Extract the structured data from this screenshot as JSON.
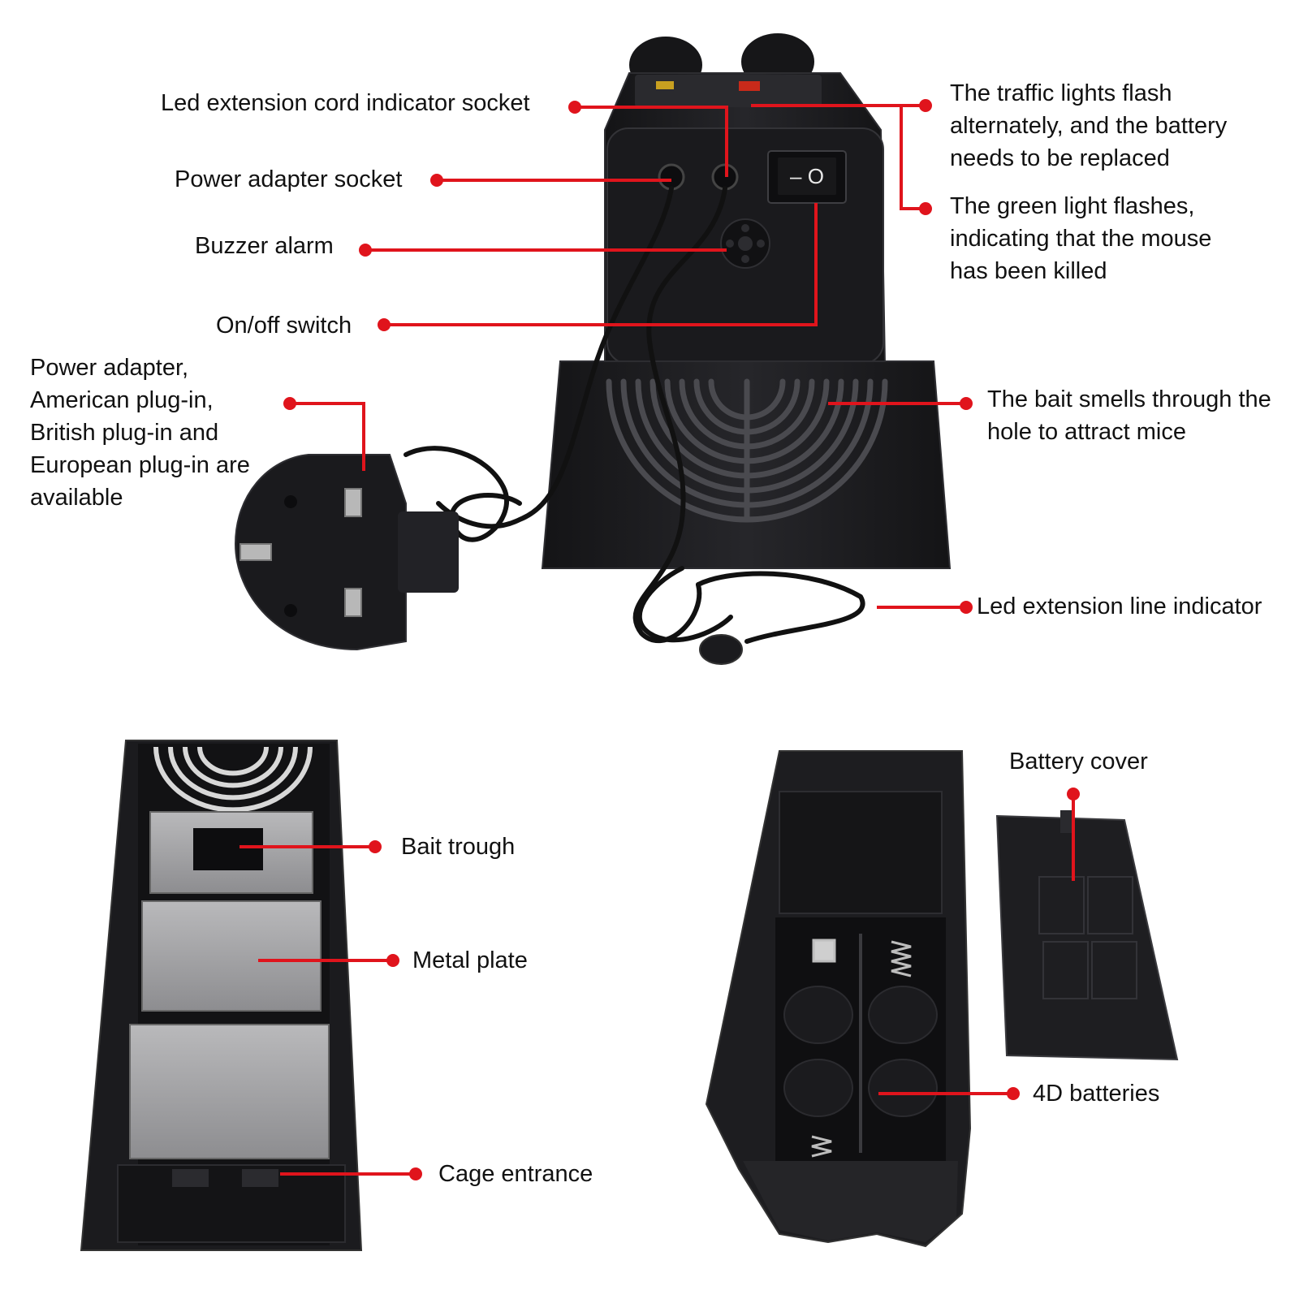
{
  "colors": {
    "callout": "#e0141c",
    "device": "#1c1c1f",
    "device_edge": "#3a3a3e",
    "metal": "#9a9a9c"
  },
  "labels": {
    "led_socket": "Led extension cord indicator socket",
    "power_socket": "Power adapter socket",
    "buzzer": "Buzzer alarm",
    "switch": "On/off switch",
    "adapter": "Power adapter,\nAmerican plug-in,\nBritish plug-in and\nEuropean plug-in are\navailable",
    "traffic": "The traffic lights flash\nalternately, and the battery\nneeds to be replaced",
    "green": "The green light flashes,\nindicating that the mouse\nhas been killed",
    "bait_smell": "The bait smells through the\nhole to attract mice",
    "led_line": "Led extension line indicator",
    "bait_trough": "Bait trough",
    "metal_plate": "Metal plate",
    "cage_entrance": "Cage entrance",
    "battery_cover": "Battery cover",
    "batteries": "4D batteries"
  },
  "switch_symbols": "– O"
}
